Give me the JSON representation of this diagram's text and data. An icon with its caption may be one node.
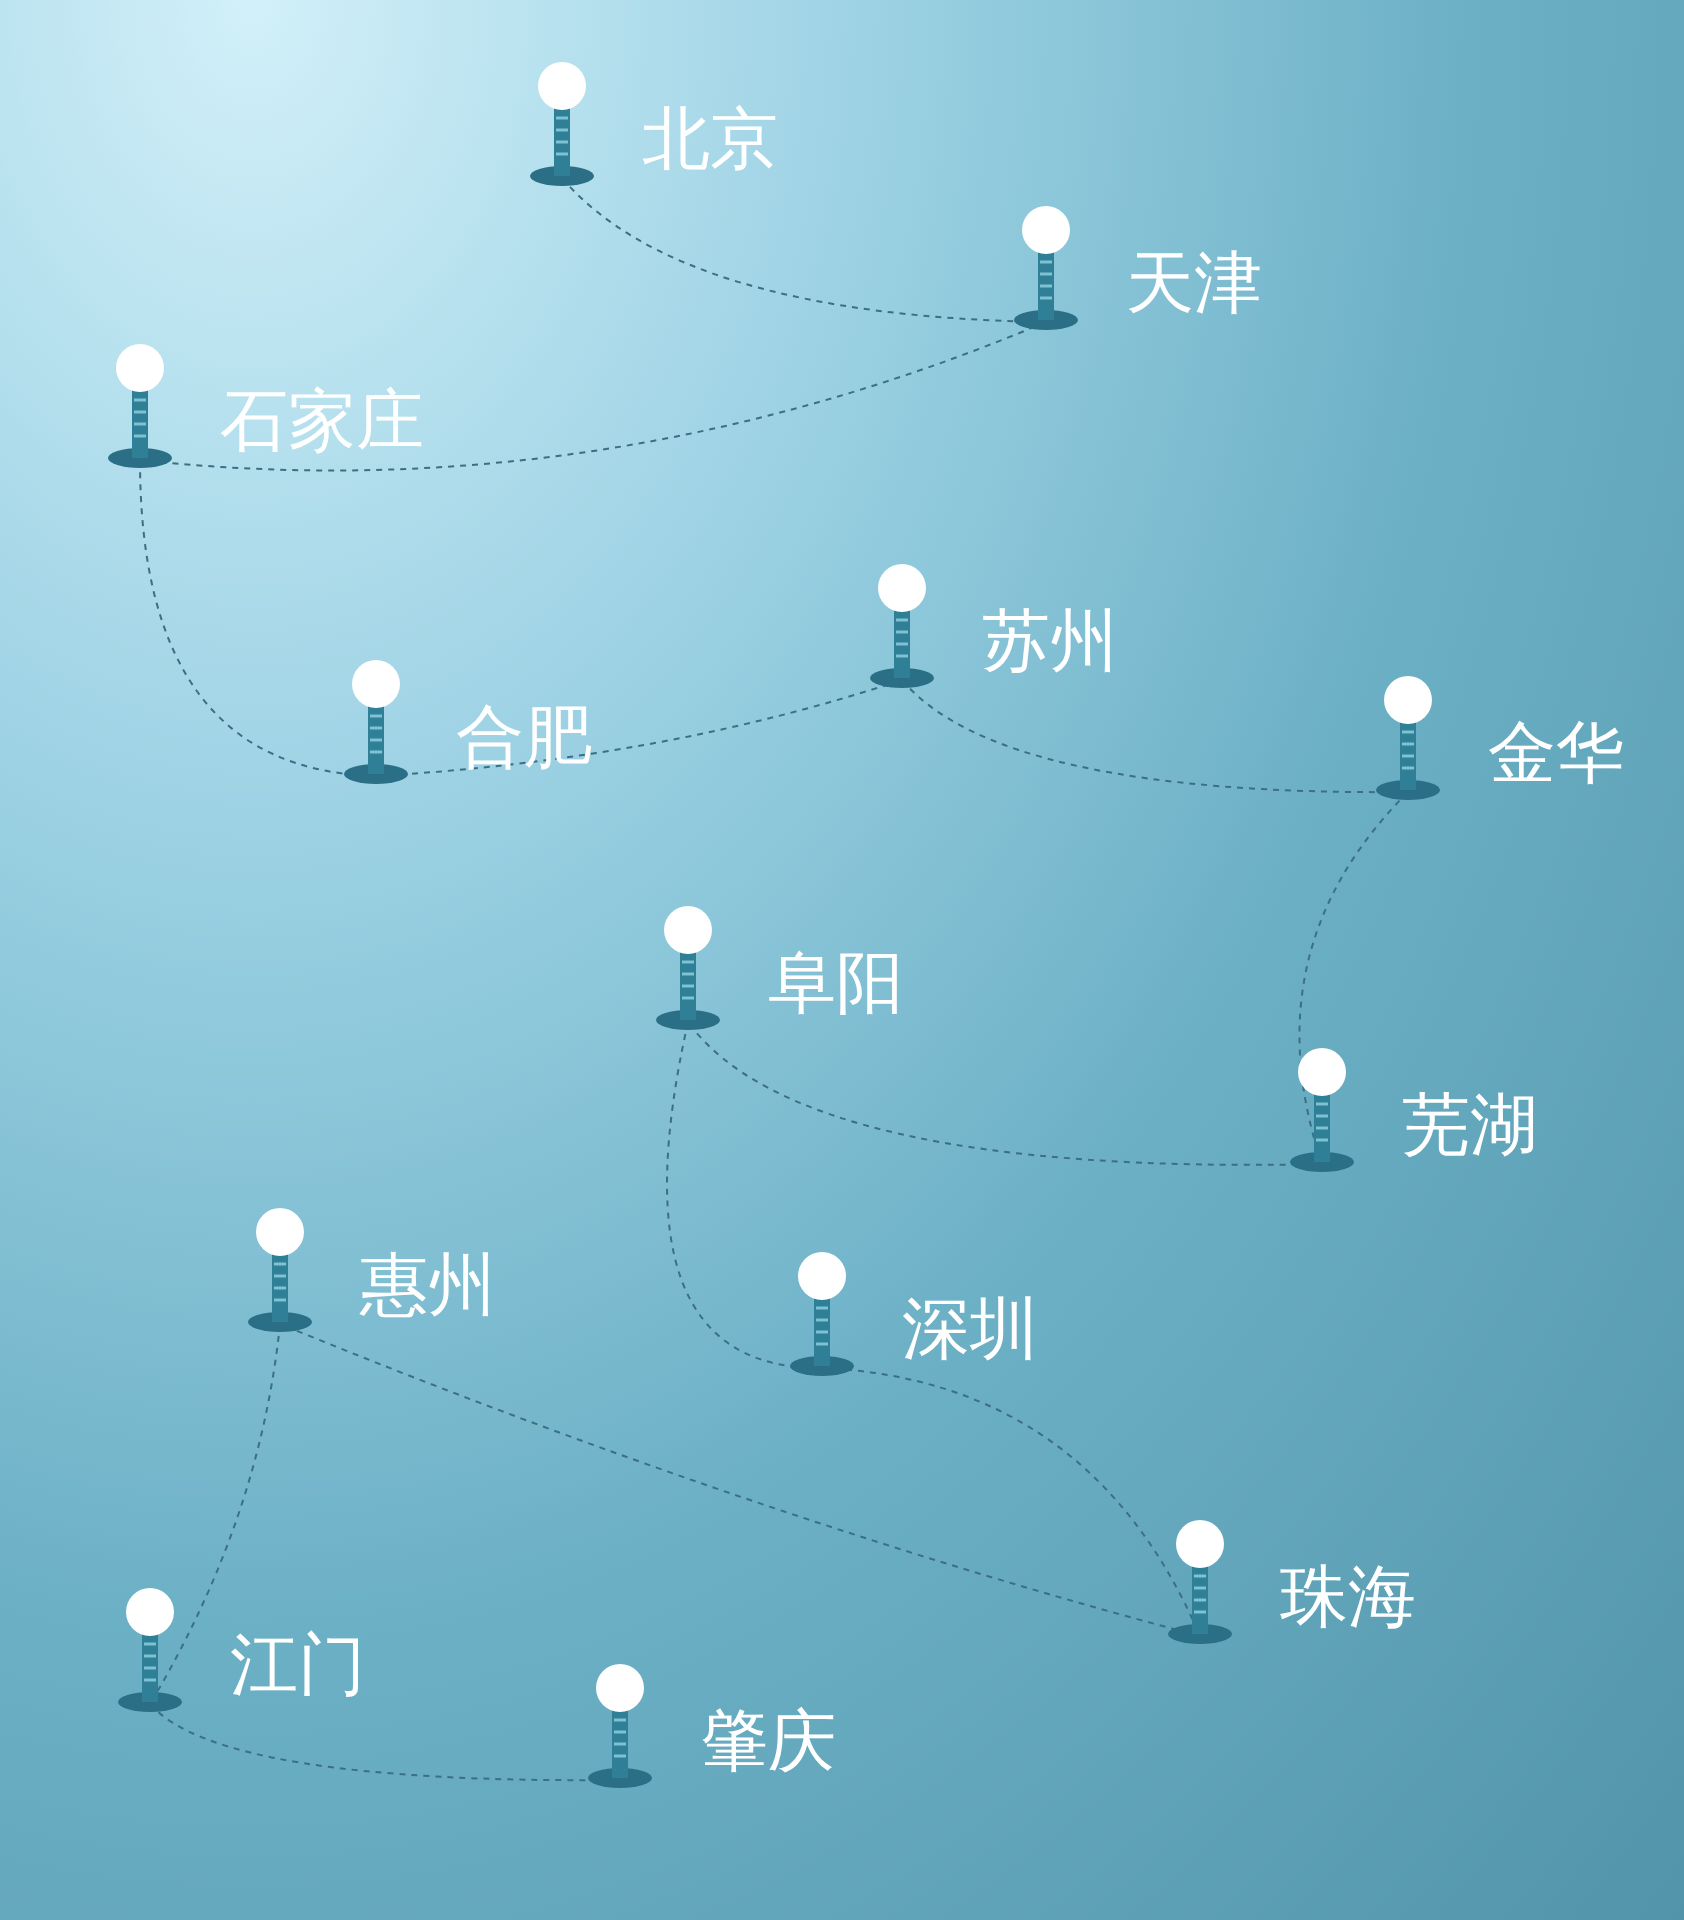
{
  "diagram": {
    "nodes": [
      {
        "text": [
          "北京"
        ]
      },
      {
        "text": [
          "天津"
        ]
      },
      {
        "text": [
          "石家庄"
        ]
      },
      {
        "text": [
          "合肥"
        ]
      },
      {
        "text": [
          "苏州"
        ]
      },
      {
        "text": [
          "金华"
        ]
      },
      {
        "text": [
          "芜湖"
        ]
      },
      {
        "text": [
          "阜阳"
        ]
      },
      {
        "text": [
          "深圳"
        ]
      },
      {
        "text": [
          "珠海"
        ]
      },
      {
        "text": [
          "惠州"
        ]
      },
      {
        "text": [
          "江门"
        ]
      },
      {
        "text": [
          "肇庆"
        ]
      }
    ],
    "edges": [
      {
        "from": 0,
        "to": 1,
        "arrow": "none",
        "style": "dashed"
      },
      {
        "from": 1,
        "to": 2,
        "arrow": "none",
        "style": "dashed"
      },
      {
        "from": 2,
        "to": 3,
        "arrow": "none",
        "style": "dashed"
      },
      {
        "from": 3,
        "to": 4,
        "arrow": "none",
        "style": "dashed"
      },
      {
        "from": 4,
        "to": 5,
        "arrow": "none",
        "style": "dashed"
      },
      {
        "from": 5,
        "to": 6,
        "arrow": "none",
        "style": "dashed"
      },
      {
        "from": 6,
        "to": 7,
        "arrow": "none",
        "style": "dashed"
      },
      {
        "from": 7,
        "to": 8,
        "arrow": "none",
        "style": "dashed"
      },
      {
        "from": 8,
        "to": 9,
        "arrow": "none",
        "style": "dashed"
      },
      {
        "from": 9,
        "to": 10,
        "arrow": "none",
        "style": "dashed"
      },
      {
        "from": 10,
        "to": 11,
        "arrow": "none",
        "style": "dashed"
      },
      {
        "from": 11,
        "to": 12,
        "arrow": "none",
        "style": "dashed"
      }
    ]
  }
}
